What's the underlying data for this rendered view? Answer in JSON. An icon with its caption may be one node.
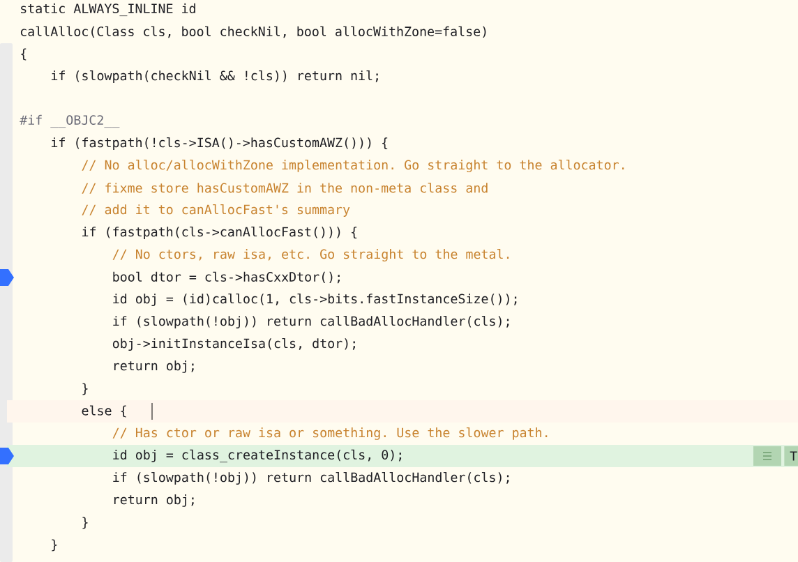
{
  "diagram": {
    "labels": [
      "static ALWAYS_INLINE id",
      "callAlloc(Class cls, bool checkNil, bool allocWithZone=false)",
      "{",
      "if (slowpath(checkNil && !cls)) return nil;",
      "#if __OBJC2__",
      "if (fastpath(!cls->ISA()->hasCustomAWZ())) {",
      "// No alloc/allocWithZone implementation. Go straight to the allocator.",
      "// fixme store hasCustomAWZ in the non-meta class and",
      "// add it to canAllocFast's summary",
      "if (fastpath(cls->canAllocFast())) {",
      "// No ctors, raw isa, etc. Go straight to the metal.",
      "bool dtor = cls->hasCxxDtor();",
      "id obj = (id)calloc(1, cls->bits.fastInstanceSize());",
      "if (slowpath(!obj)) return callBadAllocHandler(cls);",
      "obj->initInstanceIsa(cls, dtor);",
      "return obj;",
      "}",
      "else {",
      "// Has ctor or raw isa or something. Use the slower path.",
      "id obj = class_createInstance(cls, 0);",
      "if (slowpath(!obj)) return callBadAllocHandler(cls);",
      "return obj;",
      "}",
      "}",
      "T"
    ]
  }
}
